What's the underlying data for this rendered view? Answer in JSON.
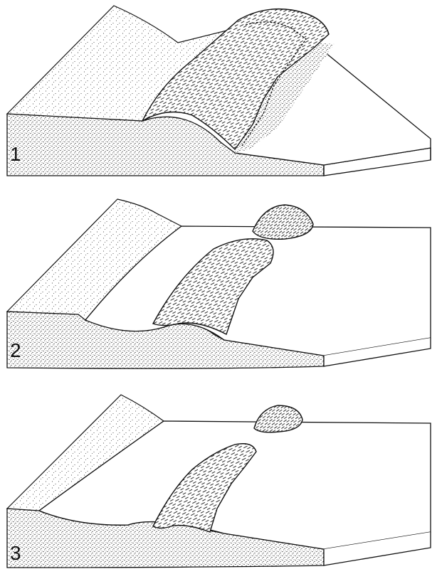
{
  "panels": [
    {
      "label": "1",
      "stage": "barrier-ridge-attached"
    },
    {
      "label": "2",
      "stage": "barrier-split-island-forming"
    },
    {
      "label": "3",
      "stage": "barrier-receded-island-detached"
    }
  ],
  "palette": {
    "ink": "#111111",
    "paper": "#ffffff"
  }
}
